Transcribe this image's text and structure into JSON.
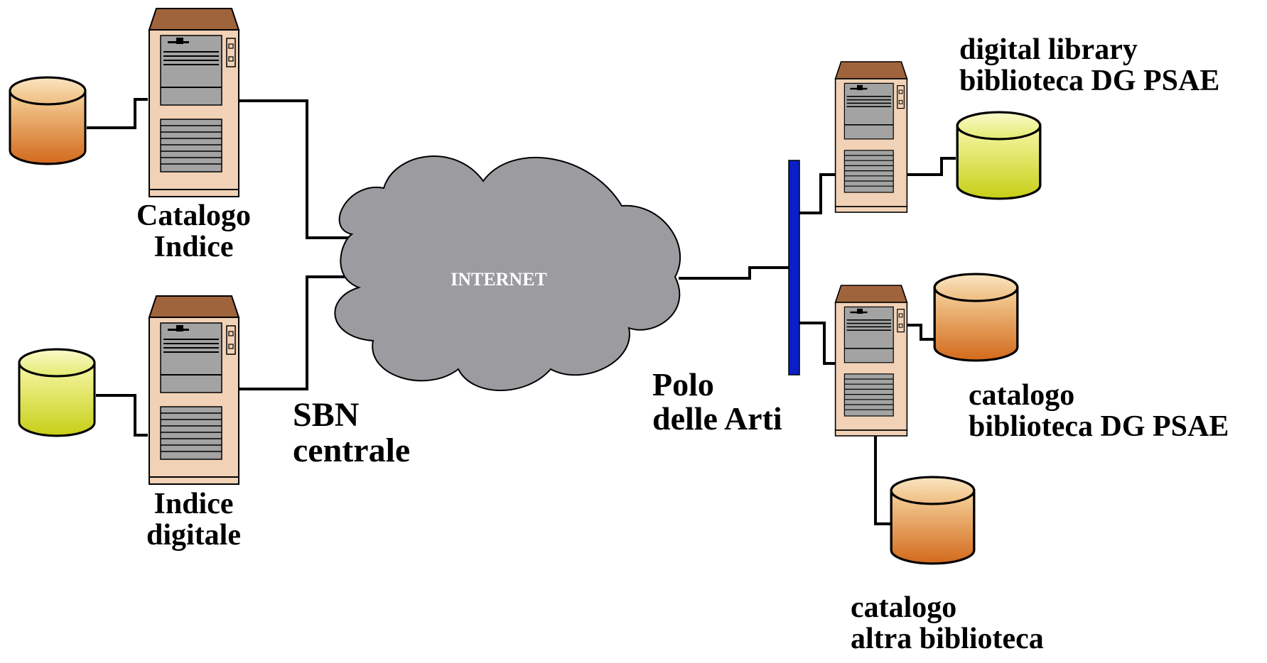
{
  "cloud": {
    "label": "INTERNET",
    "color": "#9c9ca0"
  },
  "labels": {
    "catalogo_indice": [
      "Catalogo",
      "Indice"
    ],
    "indice_digitale": [
      "Indice",
      "digitale"
    ],
    "sbn_centrale": [
      "SBN",
      "centrale"
    ],
    "polo_delle_arti": [
      "Polo",
      "delle Arti"
    ],
    "digital_library": [
      "digital library",
      "biblioteca DG PSAE"
    ],
    "catalogo_biblioteca": [
      "catalogo",
      "biblioteca DG PSAE"
    ],
    "catalogo_altra": [
      "catalogo",
      "altra biblioteca"
    ]
  },
  "colors": {
    "server_body": "#f1d2b6",
    "server_top": "#a0643c",
    "db_orange_top": "#f7d49e",
    "db_orange_bottom": "#d2691b",
    "db_yellow_top": "#f7f7a8",
    "db_yellow_bottom": "#c6cf16",
    "bus": "#0a1fc7",
    "line": "#000000"
  }
}
